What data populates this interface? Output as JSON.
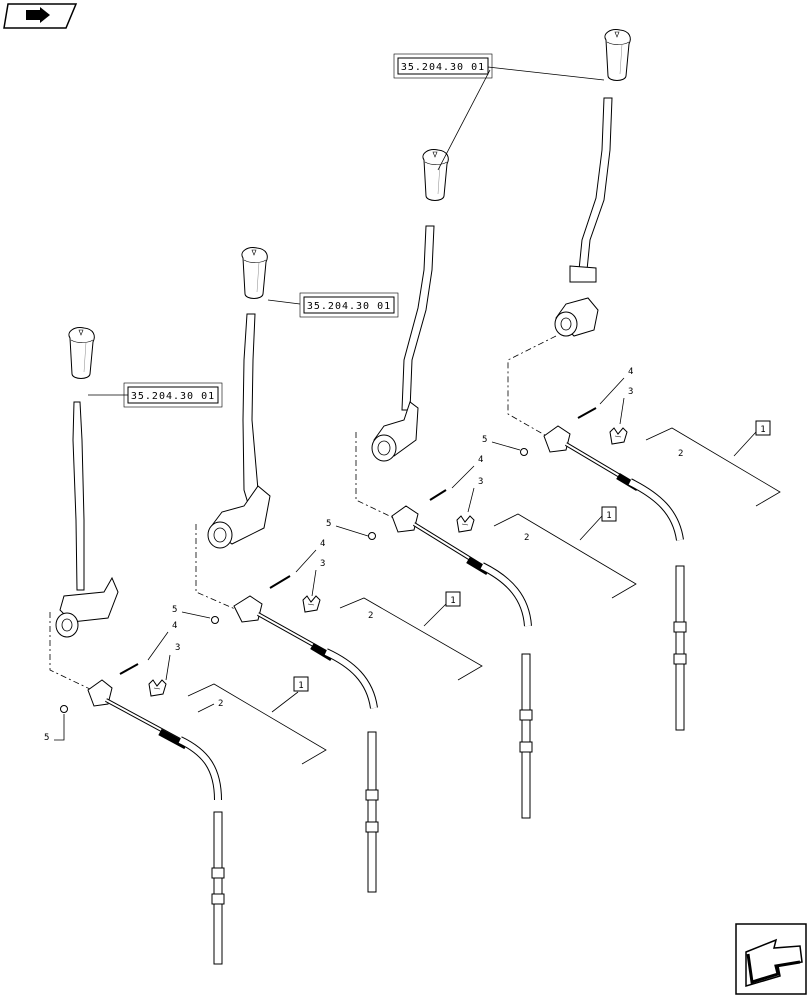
{
  "header_nav_icon": "prev-page-arrow-icon",
  "footer_nav_icon": "next-page-arrow-icon",
  "references": [
    "35.204.30 01",
    "35.204.30 01",
    "35.204.30 01"
  ],
  "assemblies": [
    {
      "callouts": {
        "item1": "1",
        "item2": "2",
        "item3": "3",
        "item4": "4",
        "item5": "5"
      }
    },
    {
      "callouts": {
        "item1": "1",
        "item2": "2",
        "item3": "3",
        "item4": "4",
        "item5": "5"
      }
    },
    {
      "callouts": {
        "item1": "1",
        "item2": "2",
        "item3": "3",
        "item4": "4",
        "item5": "5"
      }
    },
    {
      "callouts": {
        "item1": "1",
        "item2": "2",
        "item3": "3",
        "item4": "4",
        "item5": "5"
      }
    }
  ]
}
